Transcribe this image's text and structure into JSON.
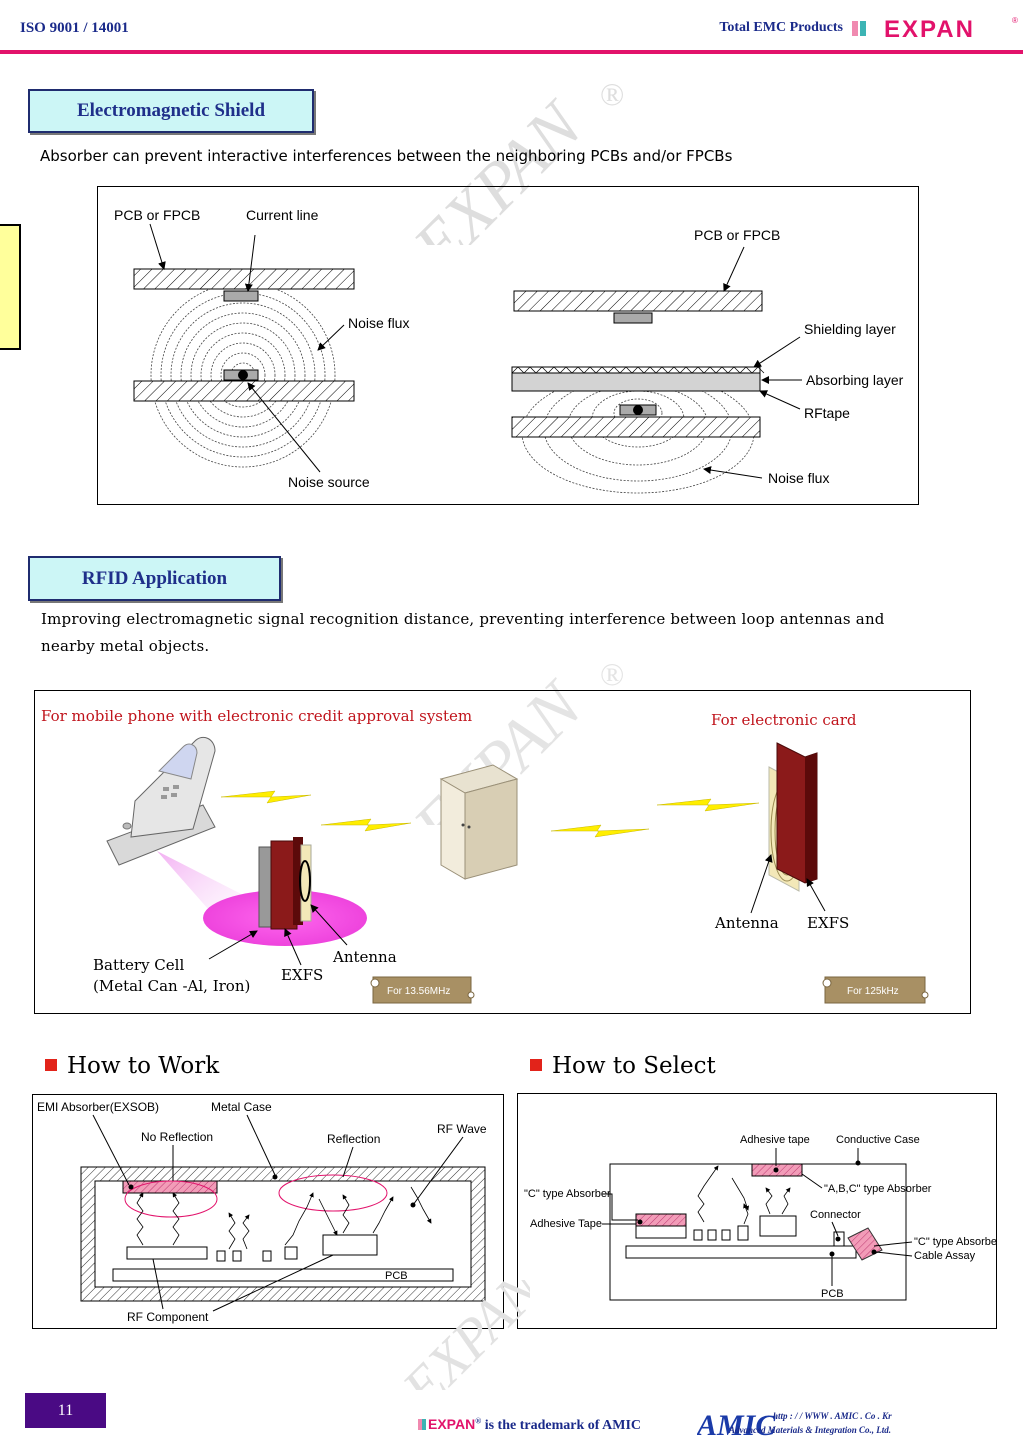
{
  "header": {
    "left_text": "ISO 9001 / 14001",
    "right_text": "Total EMC Products",
    "logo_text": "EXPAN",
    "registered_mark": "®"
  },
  "watermark": {
    "text": "EXPAN",
    "mark": "®",
    "secondary": "AMIC"
  },
  "section1": {
    "title": "Electromagnetic Shield",
    "description": "Absorber can prevent interactive interferences between the neighboring PCBs and/or  FPCBs",
    "figure_labels": {
      "pcb_or_fpcb_left": "PCB or FPCB",
      "current_line": "Current line",
      "noise_flux_left": "Noise flux",
      "noise_source": "Noise source",
      "pcb_or_fpcb_right": "PCB or FPCB",
      "shielding_layer": "Shielding layer",
      "absorbing_layer": "Absorbing layer",
      "rftape": "RFtape",
      "noise_flux_right": "Noise flux"
    }
  },
  "section2": {
    "title": "RFID Application",
    "description": "Improving electromagnetic signal recognition distance, preventing interference between loop antennas and nearby metal objects.",
    "figure_labels": {
      "mobile_caption": "For mobile phone with electronic credit approval system",
      "card_caption": "For electronic card",
      "battery_cell": "Battery Cell",
      "battery_metal": "(Metal Can -Al, Iron)",
      "exfs_left": "EXFS",
      "antenna_left": "Antenna",
      "antenna_right": "Antenna",
      "exfs_right": "EXFS",
      "tag_13mhz": "For 13.56MHz",
      "tag_125khz": "For 125kHz"
    }
  },
  "how_to_work": {
    "title": "How to Work",
    "labels": {
      "emi_absorber": "EMI Absorber(EXSOB)",
      "metal_case": "Metal Case",
      "no_reflection": "No Reflection",
      "reflection": "Reflection",
      "rf_wave": "RF Wave",
      "pcb": "PCB",
      "rf_component": "RF Component"
    }
  },
  "how_to_select": {
    "title": "How to Select",
    "labels": {
      "adhesive_tape_top": "Adhesive tape",
      "conductive_case": "Conductive Case",
      "c_type_absorber_left": "\"C\" type Absorber",
      "abc_type_absorber": "\"A,B,C\" type Absorber",
      "adhesive_tape_left": "Adhesive Tape",
      "connector": "Connector",
      "c_type_absorber_right": "\"C\" type Absorber",
      "cable_assay": "Cable Assay",
      "pcb": "PCB"
    }
  },
  "footer": {
    "page_number": "11",
    "trademark_brand": "EXPAN",
    "trademark_mark": "®",
    "trademark_text": "is the trademark of AMIC",
    "amic_logo": "AMIC",
    "amic_url": "http : / / WWW . AMIC . Co . Kr",
    "amic_company": "Advanced Materials & Integration Co., Ltd."
  },
  "colors": {
    "accent_pink": "#e2126b",
    "header_blue": "#1a2a8a",
    "section_bg": "#ccf6f6",
    "caption_red": "#c0141c",
    "page_num_bg": "#4a0a84"
  }
}
